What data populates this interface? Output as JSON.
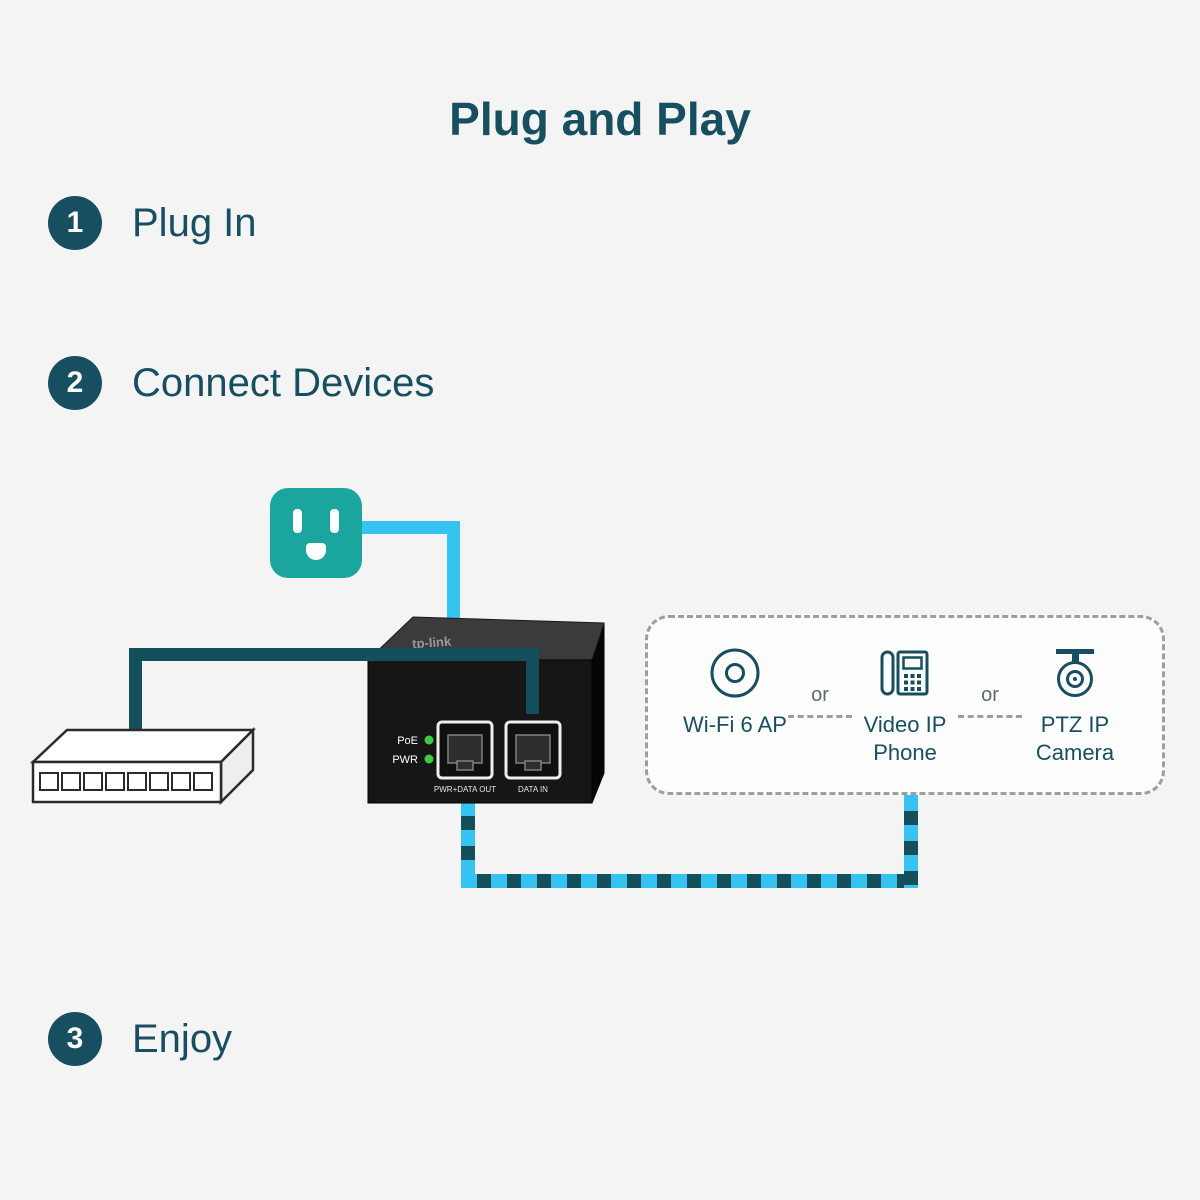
{
  "title": "Plug and Play",
  "steps": [
    {
      "number": "1",
      "label": "Plug In"
    },
    {
      "number": "2",
      "label": "Connect Devices"
    },
    {
      "number": "3",
      "label": "Enjoy"
    }
  ],
  "injector": {
    "brand": "tp-link",
    "led_poe_label": "PoE",
    "led_pwr_label": "PWR",
    "port_out_label": "PWR+DATA OUT",
    "port_in_label": "DATA IN"
  },
  "device_box": {
    "separator_label": "or",
    "devices": [
      {
        "icon": "wifi-6-ap-icon",
        "label_line1": "Wi-Fi 6 AP",
        "label_line2": ""
      },
      {
        "icon": "video-ip-phone-icon",
        "label_line1": "Video IP",
        "label_line2": "Phone"
      },
      {
        "icon": "ptz-ip-camera-icon",
        "label_line1": "PTZ IP",
        "label_line2": "Camera"
      }
    ]
  },
  "icons": {
    "outlet": "power-outlet-icon",
    "switch": "network-switch-icon",
    "injector": "poe-injector-icon"
  },
  "colors": {
    "accent_dark_teal": "#174f60",
    "cable_cyan": "#36c3f2",
    "cable_dark_teal": "#14505c",
    "outlet_teal": "#1aa59e",
    "led_green": "#3fcb3f",
    "background": "#f4f4f4"
  }
}
